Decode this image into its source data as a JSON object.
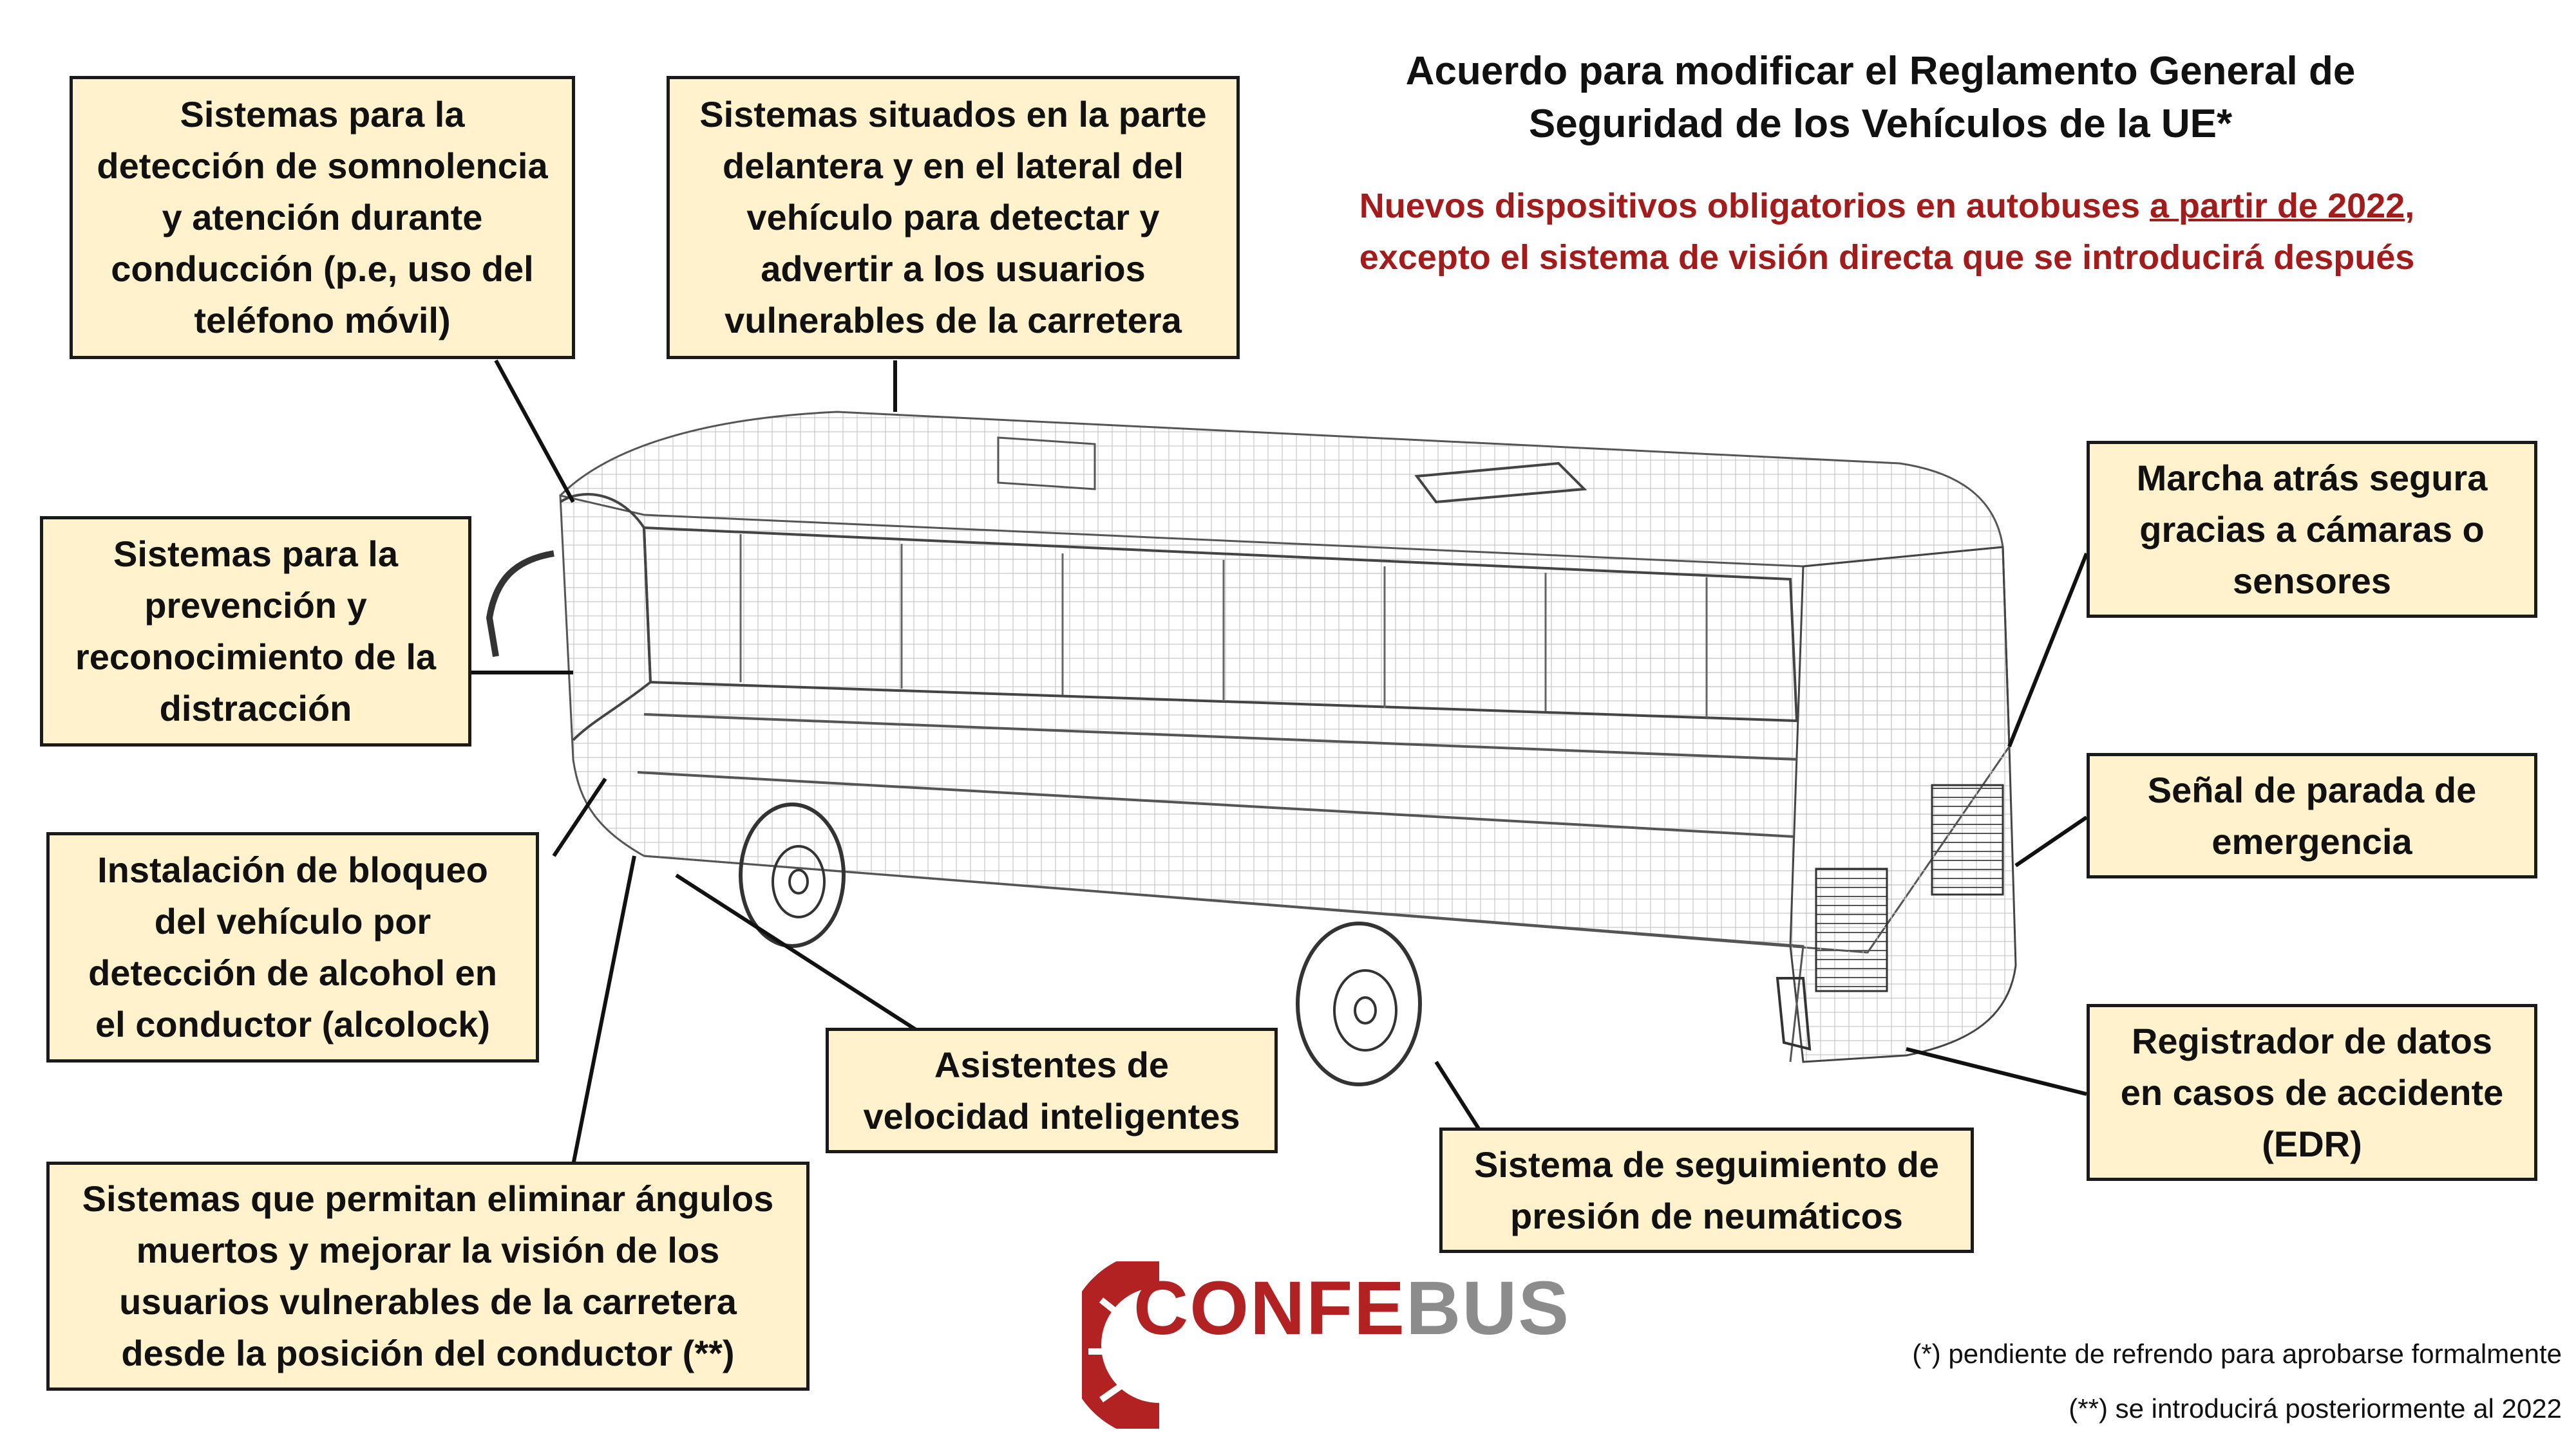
{
  "header": {
    "title": "Acuerdo para modificar el Reglamento General de\nSeguridad de los Vehículos de la UE*",
    "subtitle_part1": "Nuevos dispositivos obligatorios en autobuses ",
    "subtitle_underlined": "a partir de 2022",
    "subtitle_part2": ", excepto el sistema de visión directa que se introducirá después"
  },
  "callouts": {
    "drowsiness": "Sistemas para la\ndetección de somnolencia\ny atención durante\nconducción (p.e, uso del\nteléfono móvil)",
    "vulnerable_front_side": "Sistemas situados en la parte\ndelantera y en el lateral del\nvehículo para detectar y\nadvertir a los usuarios\nvulnerables de la carretera",
    "distraction": "Sistemas para la\nprevención y\nreconocimiento de la\ndistracción",
    "alcolock": "Instalación de bloqueo\ndel vehículo por\ndetección de alcohol en\nel conductor (alcolock)",
    "speed_assist": "Asistentes de\nvelocidad inteligentes",
    "blind_spots": "Sistemas que permitan eliminar ángulos\nmuertos y mejorar la visión de los\nusuarios vulnerables de la carretera\ndesde la posición del conductor (**)",
    "reverse": "Marcha atrás segura\ngracias a cámaras o\nsensores",
    "emergency_stop": "Señal de parada de\nemergencia",
    "edr": "Registrador de datos\nen casos de accidente\n(EDR)",
    "tyre_pressure": "Sistema de seguimiento de\npresión de neumáticos"
  },
  "footnotes": {
    "note1": "(*) pendiente de refrendo para aprobarse formalmente",
    "note2": "(**) se introducirá posteriormente al 2022"
  },
  "logo": {
    "part1": "CONFE",
    "part2": "BUS",
    "color_red": "#b22222",
    "color_grey": "#8c8c8c"
  },
  "colors": {
    "callout_fill": "#fff2cc",
    "subtitle_red": "#a41b1b"
  }
}
